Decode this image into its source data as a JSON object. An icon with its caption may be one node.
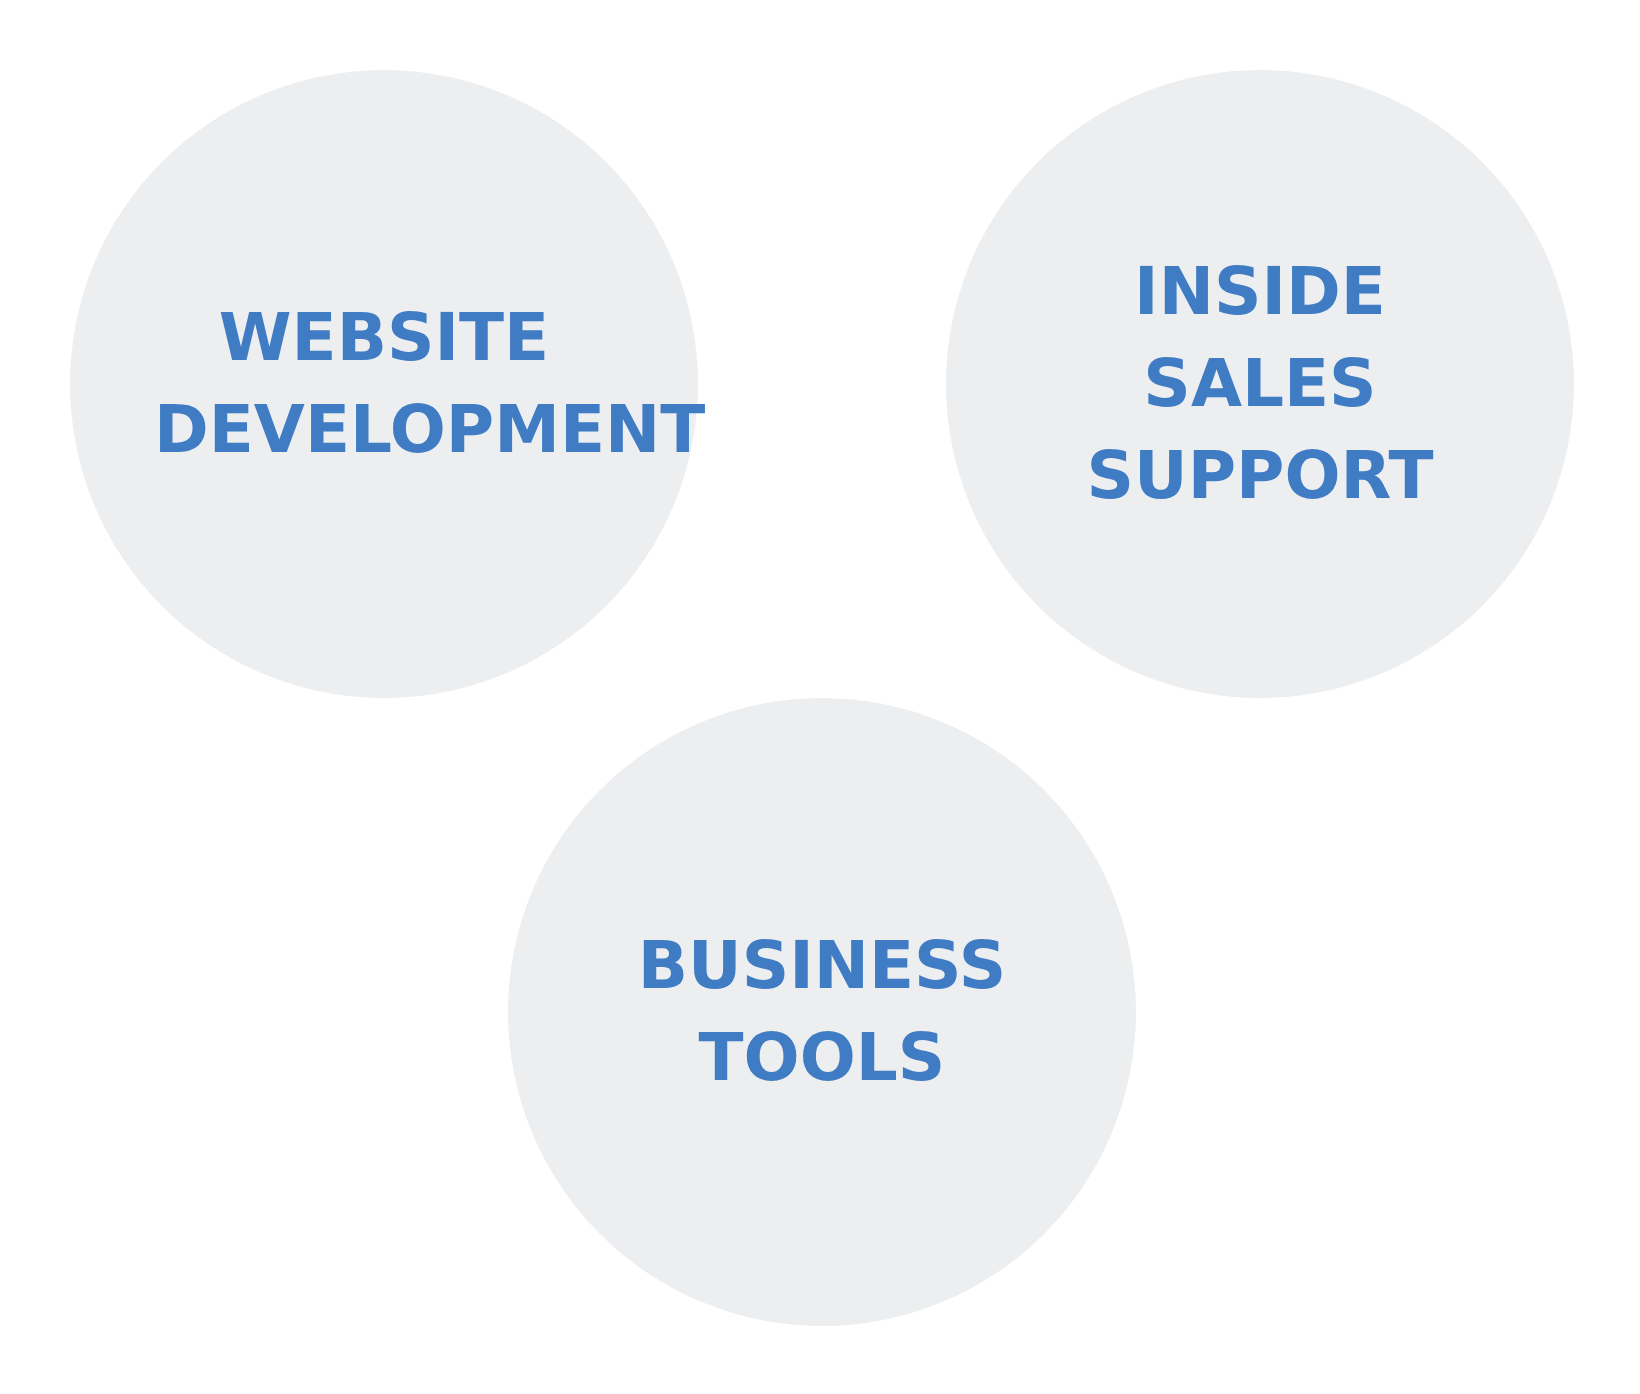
{
  "diagram": {
    "nodes": [
      {
        "text": [
          "WEBSITE DEVELOPMENT"
        ]
      },
      {
        "text": [
          "INSIDE SALES SUPPORT"
        ]
      },
      {
        "text": [
          "BUSINESS TOOLS"
        ]
      }
    ]
  }
}
